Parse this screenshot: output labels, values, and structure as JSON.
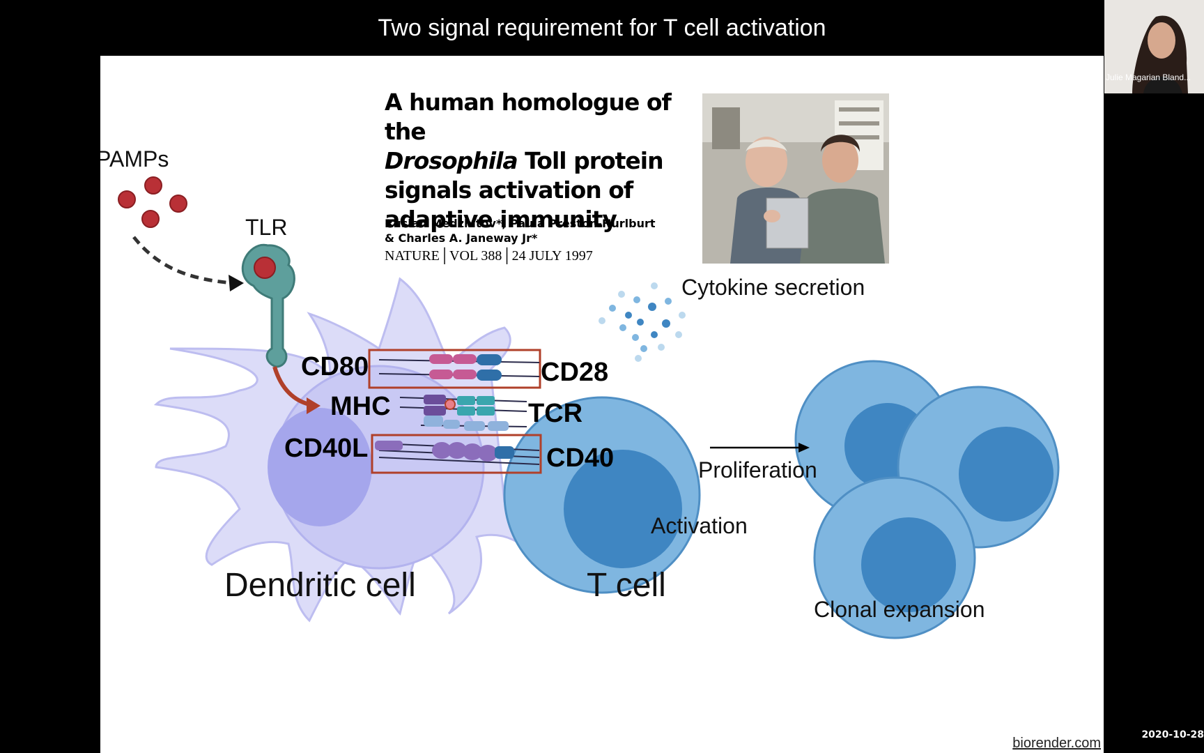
{
  "slide": {
    "title": "Two signal requirement for T cell activation",
    "credit": "biorender.com"
  },
  "paper": {
    "title_line1": "A human homologue of the",
    "title_italic": "Drosophila",
    "title_line2_rest": " Toll protein",
    "title_line3": "signals activation of",
    "title_line4": "adaptive immunity",
    "authors_line1": "Ruslan Medzhitov*, Paula Preston-Hurlburt",
    "authors_line2": "& Charles A. Janeway Jr*",
    "citation": "NATURE│VOL 388│24 JULY 1997"
  },
  "diagram": {
    "pamps": "PAMPs",
    "tlr": "TLR",
    "cd80": "CD80",
    "cd28": "CD28",
    "mhc": "MHC",
    "tcr": "TCR",
    "cd40l": "CD40L",
    "cd40": "CD40",
    "cytokine": "Cytokine secretion",
    "proliferation": "Proliferation",
    "activation": "Activation",
    "dendritic_cell": "Dendritic cell",
    "t_cell": "T cell",
    "clonal_expansion": "Clonal expansion"
  },
  "video": {
    "speaker_name": "Julie Magarian Bland...",
    "timestamp": "2020-10-28"
  },
  "colors": {
    "dc_body": "#c9c9f4",
    "dc_nucleus": "#a5a6ec",
    "tcell_body": "#7fb6e0",
    "tcell_nucleus": "#3f86c2",
    "tlr": "#5e9f9c",
    "pamp": "#b93036",
    "box": "#b0402a",
    "arrow_red": "#b0402a"
  }
}
